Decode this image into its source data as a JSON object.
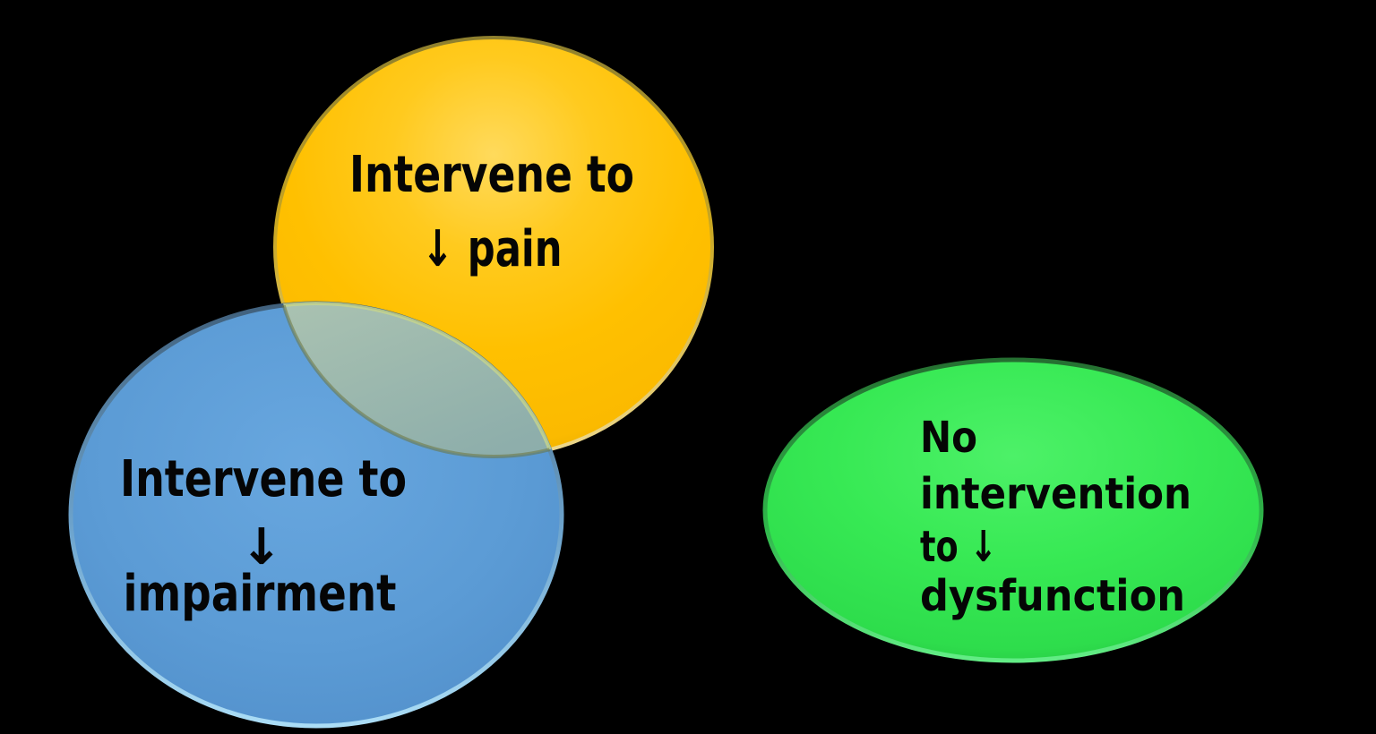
{
  "canvas": {
    "background_color": "#000000",
    "text_color": "#050505"
  },
  "shapes": {
    "pain": {
      "fill": "#FFC000",
      "shape": "circle",
      "lines": [
        "Intervene to",
        "↓ pain"
      ]
    },
    "impairment": {
      "fill": "#5B9BD5",
      "shape": "circle",
      "lines": [
        "Intervene to",
        "↓",
        "impairment"
      ]
    },
    "dysfunction": {
      "fill": "#2EDD4C",
      "shape": "ellipse",
      "lines": [
        "No",
        "intervention",
        "to ↓",
        "dysfunction"
      ]
    },
    "overlap": {
      "fill": "#8FAFAB",
      "between": "pain-and-impairment"
    }
  }
}
